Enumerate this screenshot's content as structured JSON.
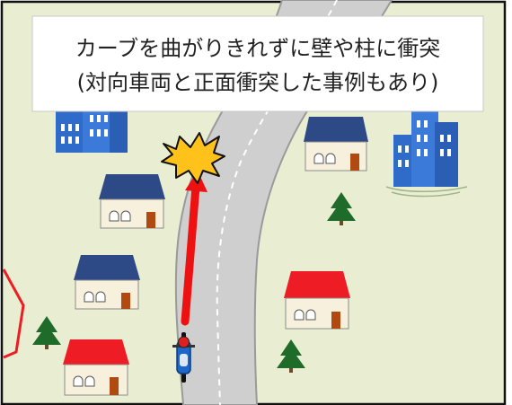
{
  "caption": {
    "line1": "カーブを曲がりきれずに壁や柱に衝突",
    "line2": "(対向車両と正面衝突した事例もあり)"
  },
  "colors": {
    "ground": "#e9eed2",
    "road": "#cfcfcf",
    "road_edge": "#9a9a9a",
    "house_roof_blue": "#2e4a86",
    "house_roof_red": "#ee1c24",
    "house_wall": "#f7f0dc",
    "door": "#b04a10",
    "building": "#2f6cc9",
    "tree": "#1f6b2a",
    "arrow": "#ee1111",
    "impact": "#ffc21a",
    "motorcycle": "#1e66c8",
    "rider": "#e02020"
  },
  "icons": {
    "impact": "impact-burst-icon",
    "arrow": "travel-direction-arrow",
    "vehicle": "motorcycle-icon"
  }
}
